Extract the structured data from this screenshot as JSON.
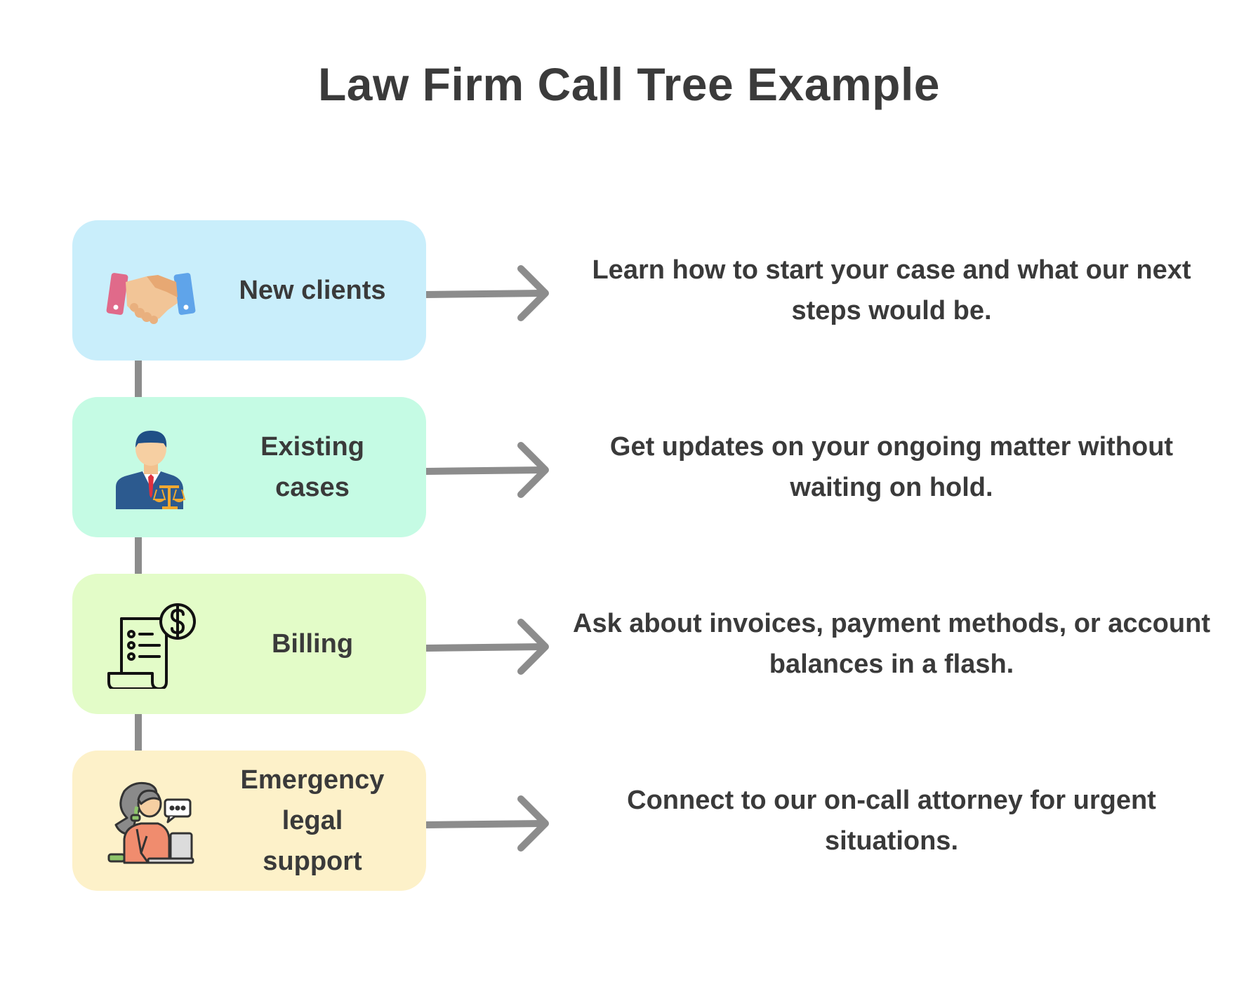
{
  "title": "Law Firm Call Tree Example",
  "colors": {
    "new_clients_bg": "#c9eefb",
    "existing_cases_bg": "#c5fbe4",
    "billing_bg": "#e3fcc8",
    "emergency_bg": "#fdf1c9",
    "connector": "#8c8c8c",
    "arrow": "#8c8c8c",
    "text": "#3a3a3a"
  },
  "branches": [
    {
      "label": "New clients",
      "icon": "handshake-icon",
      "description": "Learn how to start your case and what our next steps would be."
    },
    {
      "label": "Existing\ncases",
      "icon": "lawyer-scales-icon",
      "description": "Get updates on your ongoing matter without waiting on hold."
    },
    {
      "label": "Billing",
      "icon": "invoice-dollar-icon",
      "description": "Ask about invoices, payment methods, or account balances in a flash."
    },
    {
      "label": "Emergency\nlegal\nsupport",
      "icon": "support-agent-icon",
      "description": "Connect to our on-call attorney for urgent situations."
    }
  ]
}
